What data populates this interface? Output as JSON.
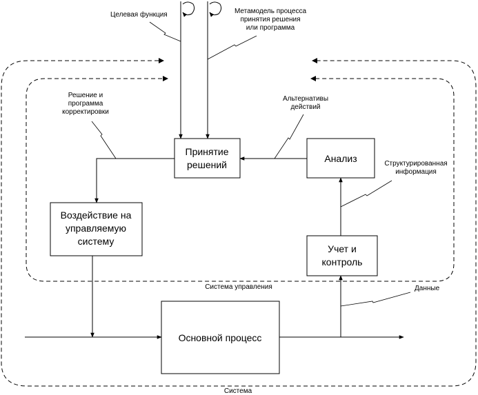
{
  "blocks": {
    "decision": [
      "Принятие",
      "решений"
    ],
    "analysis": [
      "Анализ"
    ],
    "impact": [
      "Воздействие на",
      "управляемую",
      "систему"
    ],
    "accounting": [
      "Учет и",
      "контроль"
    ],
    "main_process": [
      "Основной процесс"
    ]
  },
  "labels": {
    "goal_function": "Целевая функция",
    "metamodel": [
      "Метамодель процесса",
      "принятия решения",
      "или программа"
    ],
    "decision_program": [
      "Решение и",
      "программа",
      "корректировки"
    ],
    "alternatives": [
      "Альтернативы",
      "действий"
    ],
    "structured_info": [
      "Структурированная",
      "информация"
    ],
    "control_system": "Система управления",
    "data": "Данные",
    "system": "Система"
  }
}
